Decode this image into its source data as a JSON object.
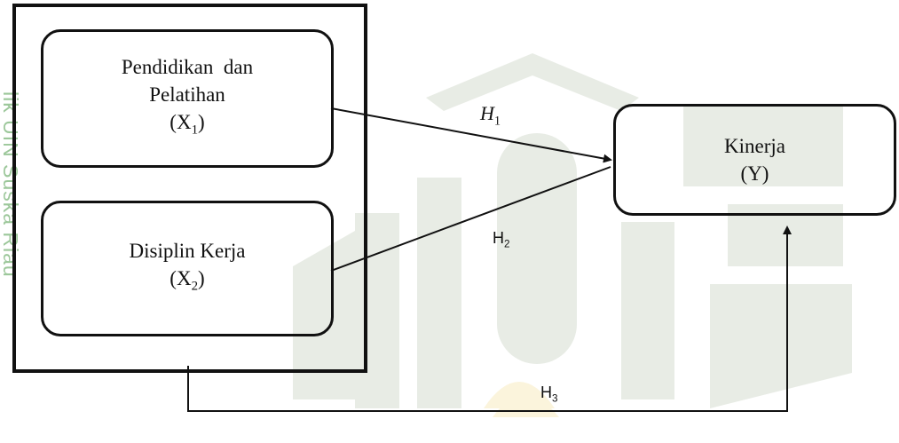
{
  "watermark": {
    "side_text": "lik UIN Suska Riau",
    "logo_colors": [
      "#e6ebe3",
      "#fbf3d8"
    ]
  },
  "variables": {
    "x1": {
      "line1": "Pendidikan  dan",
      "line2": "Pelatihan",
      "symbol": "(X",
      "sub": "1",
      "close": ")"
    },
    "x2": {
      "line1": "Disiplin Kerja",
      "symbol": "(X",
      "sub": "2",
      "close": ")"
    },
    "y": {
      "line1": "Kinerja",
      "symbol": "(Y)"
    }
  },
  "hypotheses": {
    "h1": {
      "main": "H",
      "sub": "1"
    },
    "h2": {
      "main": "H",
      "sub": "2"
    },
    "h3": {
      "main": "H",
      "sub": "3"
    }
  },
  "colors": {
    "line": "#111111",
    "watermark_green": "#9cc79a"
  }
}
